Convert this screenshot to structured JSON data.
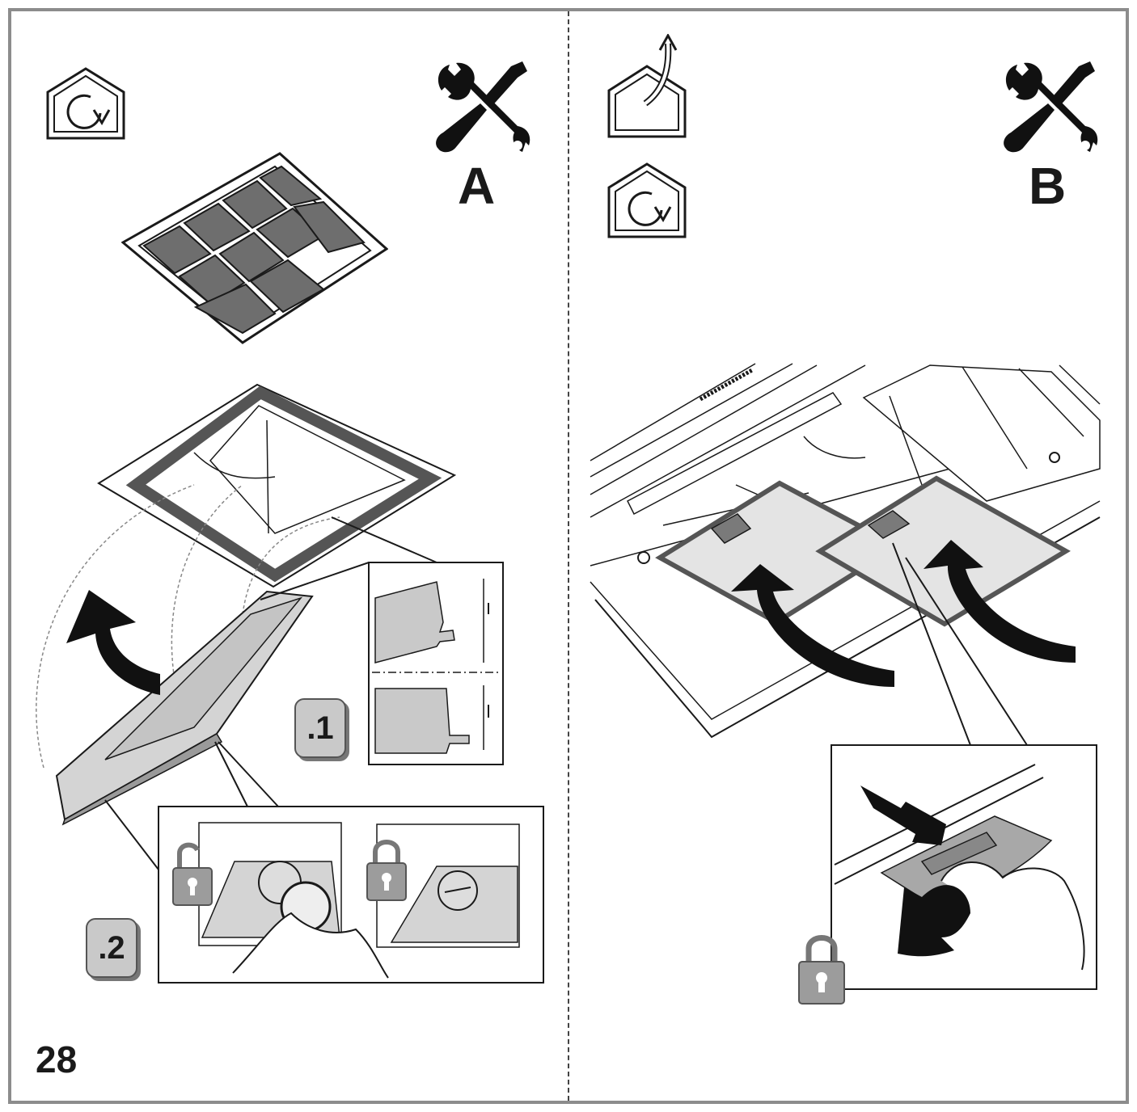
{
  "page": {
    "number": "28"
  },
  "panels": [
    {
      "id": "A",
      "letter": "A",
      "steps": [
        ".1",
        ".2"
      ]
    },
    {
      "id": "B",
      "letter": "B"
    }
  ],
  "colors": {
    "frame": "#8c8c8c",
    "filter_dark": "#6e6e6e",
    "filter_light": "#d4d4d4",
    "ink": "#1a1a1a",
    "badge": "#c9c9c9"
  },
  "icons": {
    "recirculation": "house-recirculation-icon",
    "extraction": "house-extraction-icon",
    "tools": "wrench-screwdriver-icon",
    "unlock": "padlock-open-icon",
    "lock": "padlock-closed-icon"
  }
}
